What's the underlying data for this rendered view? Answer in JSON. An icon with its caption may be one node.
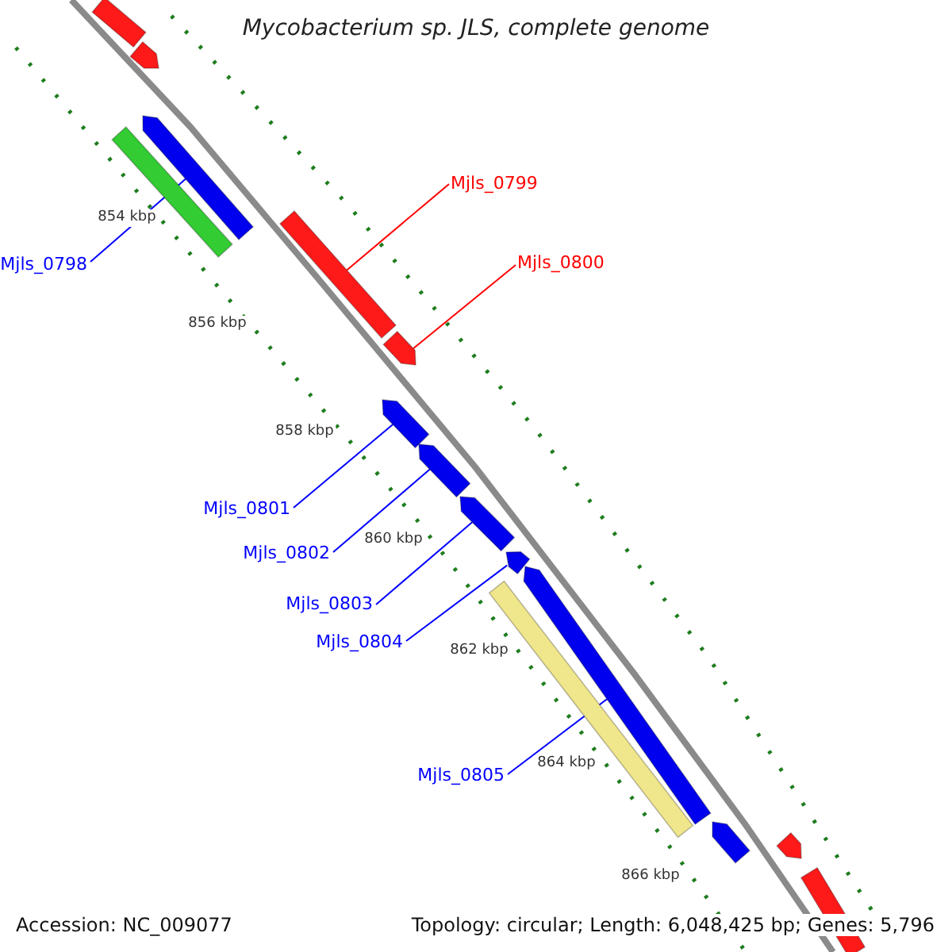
{
  "diagram": {
    "title": "Mycobacterium sp. JLS, complete genome",
    "nodes": [
      {
        "text": [
          "Mjls_0798"
        ]
      },
      {
        "text": [
          "Mjls_0799"
        ]
      },
      {
        "text": [
          "Mjls_0800"
        ]
      },
      {
        "text": [
          "Mjls_0801"
        ]
      },
      {
        "text": [
          "Mjls_0802"
        ]
      },
      {
        "text": [
          "Mjls_0803"
        ]
      },
      {
        "text": [
          "Mjls_0804"
        ]
      },
      {
        "text": [
          "Mjls_0805"
        ]
      },
      {
        "text": [],
        "shape": "arrow"
      },
      {
        "text": [],
        "shape": "arrow"
      },
      {
        "text": [],
        "shape": "arrow"
      },
      {
        "text": [],
        "shape": "bar"
      },
      {
        "text": [],
        "shape": "arrow"
      },
      {
        "text": [],
        "shape": "arrow"
      },
      {
        "text": [],
        "shape": "arrow"
      },
      {
        "text": [],
        "shape": "arrow"
      },
      {
        "text": [],
        "shape": "arrow"
      },
      {
        "text": [],
        "shape": "arrow"
      },
      {
        "text": [],
        "shape": "bar"
      },
      {
        "text": [],
        "shape": "arrow"
      },
      {
        "text": [],
        "shape": "arrow"
      },
      {
        "text": [],
        "shape": "arrow"
      },
      {
        "text": [],
        "shape": "arrow"
      }
    ],
    "edges": [
      {
        "from": 0,
        "to": 10,
        "arrow": "none"
      },
      {
        "from": 1,
        "to": 12,
        "arrow": "none",
        "color": "#ff0000"
      },
      {
        "from": 2,
        "to": 13,
        "arrow": "none",
        "color": "#ff0000"
      },
      {
        "from": 3,
        "to": 14,
        "arrow": "none"
      },
      {
        "from": 4,
        "to": 15,
        "arrow": "none"
      },
      {
        "from": 5,
        "to": 16,
        "arrow": "none"
      },
      {
        "from": 6,
        "to": 17,
        "arrow": "none"
      },
      {
        "from": 7,
        "to": 19,
        "arrow": "none"
      }
    ],
    "labels": [
      "854 kbp",
      "856 kbp",
      "858 kbp",
      "860 kbp",
      "862 kbp",
      "864 kbp",
      "866 kbp",
      "Accession: NC_009077",
      "Topology: circular; Length: 6,048,425 bp; Genes: 5,796"
    ]
  }
}
